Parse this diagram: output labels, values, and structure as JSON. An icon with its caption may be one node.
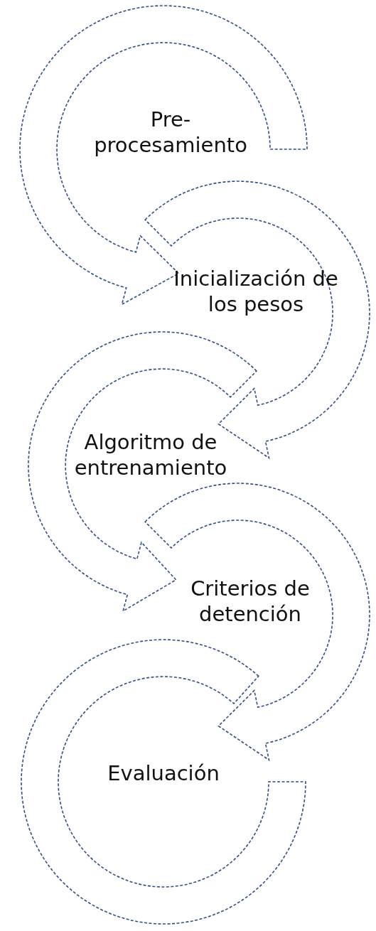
{
  "diagram": {
    "nodes": [
      {
        "text": [
          "Pre- procesamiento"
        ]
      },
      {
        "text": [
          "Inicialización de los pesos"
        ]
      },
      {
        "text": [
          "Algoritmo de entrenamiento"
        ]
      },
      {
        "text": [
          "Criterios de detención"
        ]
      },
      {
        "text": [
          "Evaluación"
        ]
      }
    ]
  }
}
